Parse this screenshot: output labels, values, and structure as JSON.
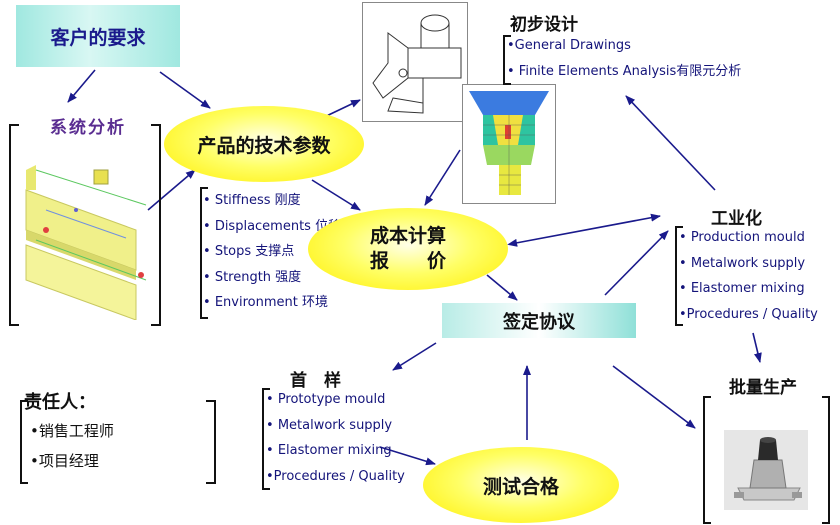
{
  "nodes": {
    "customer_req": "客户的要求",
    "system_analysis": "系统分析",
    "tech_params": "产品的技术参数",
    "prelim_design": "初步设计",
    "cost_line1": "成本计算",
    "cost_line2": "报　　价",
    "agreement": "签定协议",
    "industrialization": "工业化",
    "first_sample": "首　样",
    "test_pass": "测试合格",
    "mass_production": "批量生产",
    "responsible": "责任人："
  },
  "lists": {
    "tech_params": [
      "Stiffness 刚度",
      "Displacements 位移",
      "Stops 支撑点",
      "Strength 强度",
      "Environment 环境"
    ],
    "prelim_design": [
      "•General Drawings",
      "• Finite Elements Analysis有限元分析"
    ],
    "industrialization": [
      "Production mould",
      "Metalwork supply",
      "Elastomer mixing",
      "Procedures / Quality"
    ],
    "first_sample": [
      "Prototype mould",
      "Metalwork supply",
      "Elastomer mixing",
      "Procedures / Quality"
    ],
    "responsible": [
      "•销售工程师",
      "•项目经理"
    ]
  },
  "colors": {
    "arrow": "#1a1a8c",
    "title_navy": "#1a1a8c",
    "title_purple": "#5a2d91",
    "ellipse_yellow": "#ffee00",
    "box_cyan": "#8fe0d8"
  },
  "icons": [
    "cad-drawing-image",
    "fea-model-image",
    "system-3d-model-image",
    "engine-mount-photo"
  ]
}
